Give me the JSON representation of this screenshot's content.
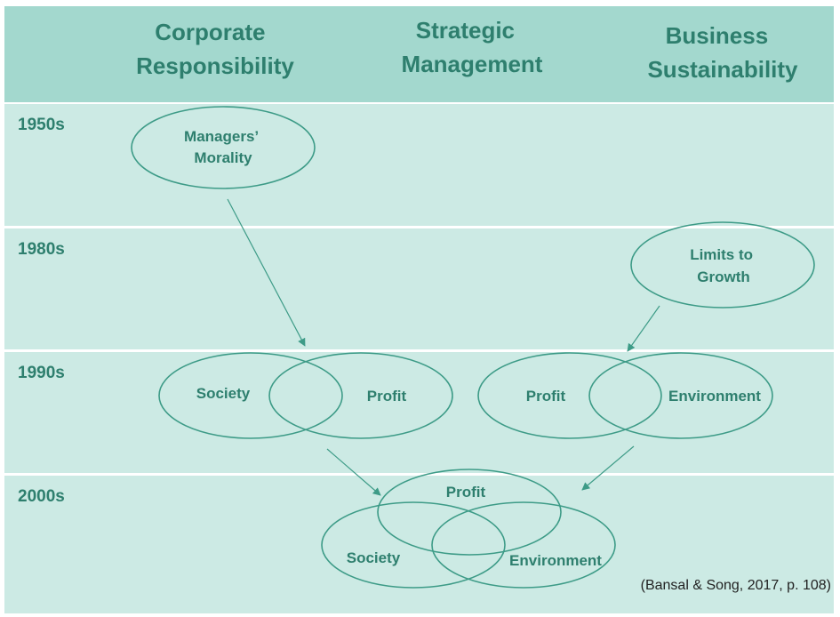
{
  "colors": {
    "header_bg": "#a3d8ce",
    "row_bg": "#cceae4",
    "divider": "#ffffff",
    "accent": "#3d9b87",
    "text": "#2e7f6e",
    "citation_text": "#222222"
  },
  "columns": [
    {
      "lines": [
        "Corporate",
        "Responsibility"
      ]
    },
    {
      "lines": [
        "Strategic",
        "Management"
      ]
    },
    {
      "lines": [
        "Business",
        "Sustainability"
      ]
    }
  ],
  "eras": [
    "1950s",
    "1980s",
    "1990s",
    "2000s"
  ],
  "nodes": {
    "managers_morality": {
      "lines": [
        "Managers’",
        "Morality"
      ]
    },
    "limits_to_growth": {
      "lines": [
        "Limits to",
        "Growth"
      ]
    },
    "society_1990": {
      "lines": [
        "Society"
      ]
    },
    "profit_1990_left": {
      "lines": [
        "Profit"
      ]
    },
    "profit_1990_right": {
      "lines": [
        "Profit"
      ]
    },
    "environment_1990": {
      "lines": [
        "Environment"
      ]
    },
    "profit_2000": {
      "lines": [
        "Profit"
      ]
    },
    "society_2000": {
      "lines": [
        "Society"
      ]
    },
    "environment_2000": {
      "lines": [
        "Environment"
      ]
    }
  },
  "citation": "(Bansal & Song, 2017, p. 108)"
}
